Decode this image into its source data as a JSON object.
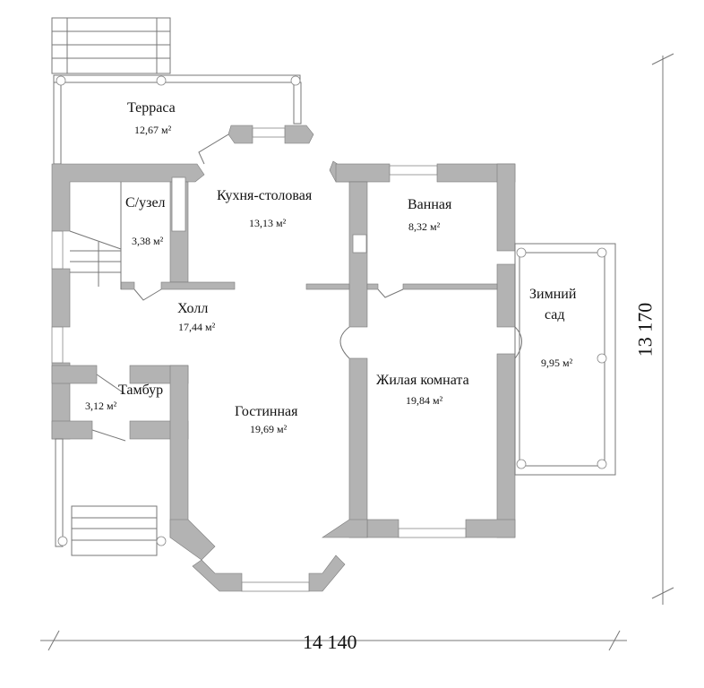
{
  "rooms": {
    "terrace": {
      "name": "Терраса",
      "area": "12,67 м²"
    },
    "toilet": {
      "name": "С/узел",
      "area": "3,38 м²"
    },
    "kitchen": {
      "name": "Кухня-столовая",
      "area": "13,13 м²"
    },
    "bathroom": {
      "name": "Ванная",
      "area": "8,32 м²"
    },
    "hall": {
      "name": "Холл",
      "area": "17,44 м²"
    },
    "winter_garden": {
      "name_line1": "Зимний",
      "name_line2": "сад",
      "area": "9,95 м²"
    },
    "vestibule": {
      "name": "Тамбур",
      "area": "3,12 м²"
    },
    "living_room": {
      "name": "Гостинная",
      "area": "19,69 м²"
    },
    "bedroom": {
      "name": "Жилая комната",
      "area": "19,84 м²"
    }
  },
  "dimensions": {
    "width": "14 140",
    "height": "13 170"
  }
}
